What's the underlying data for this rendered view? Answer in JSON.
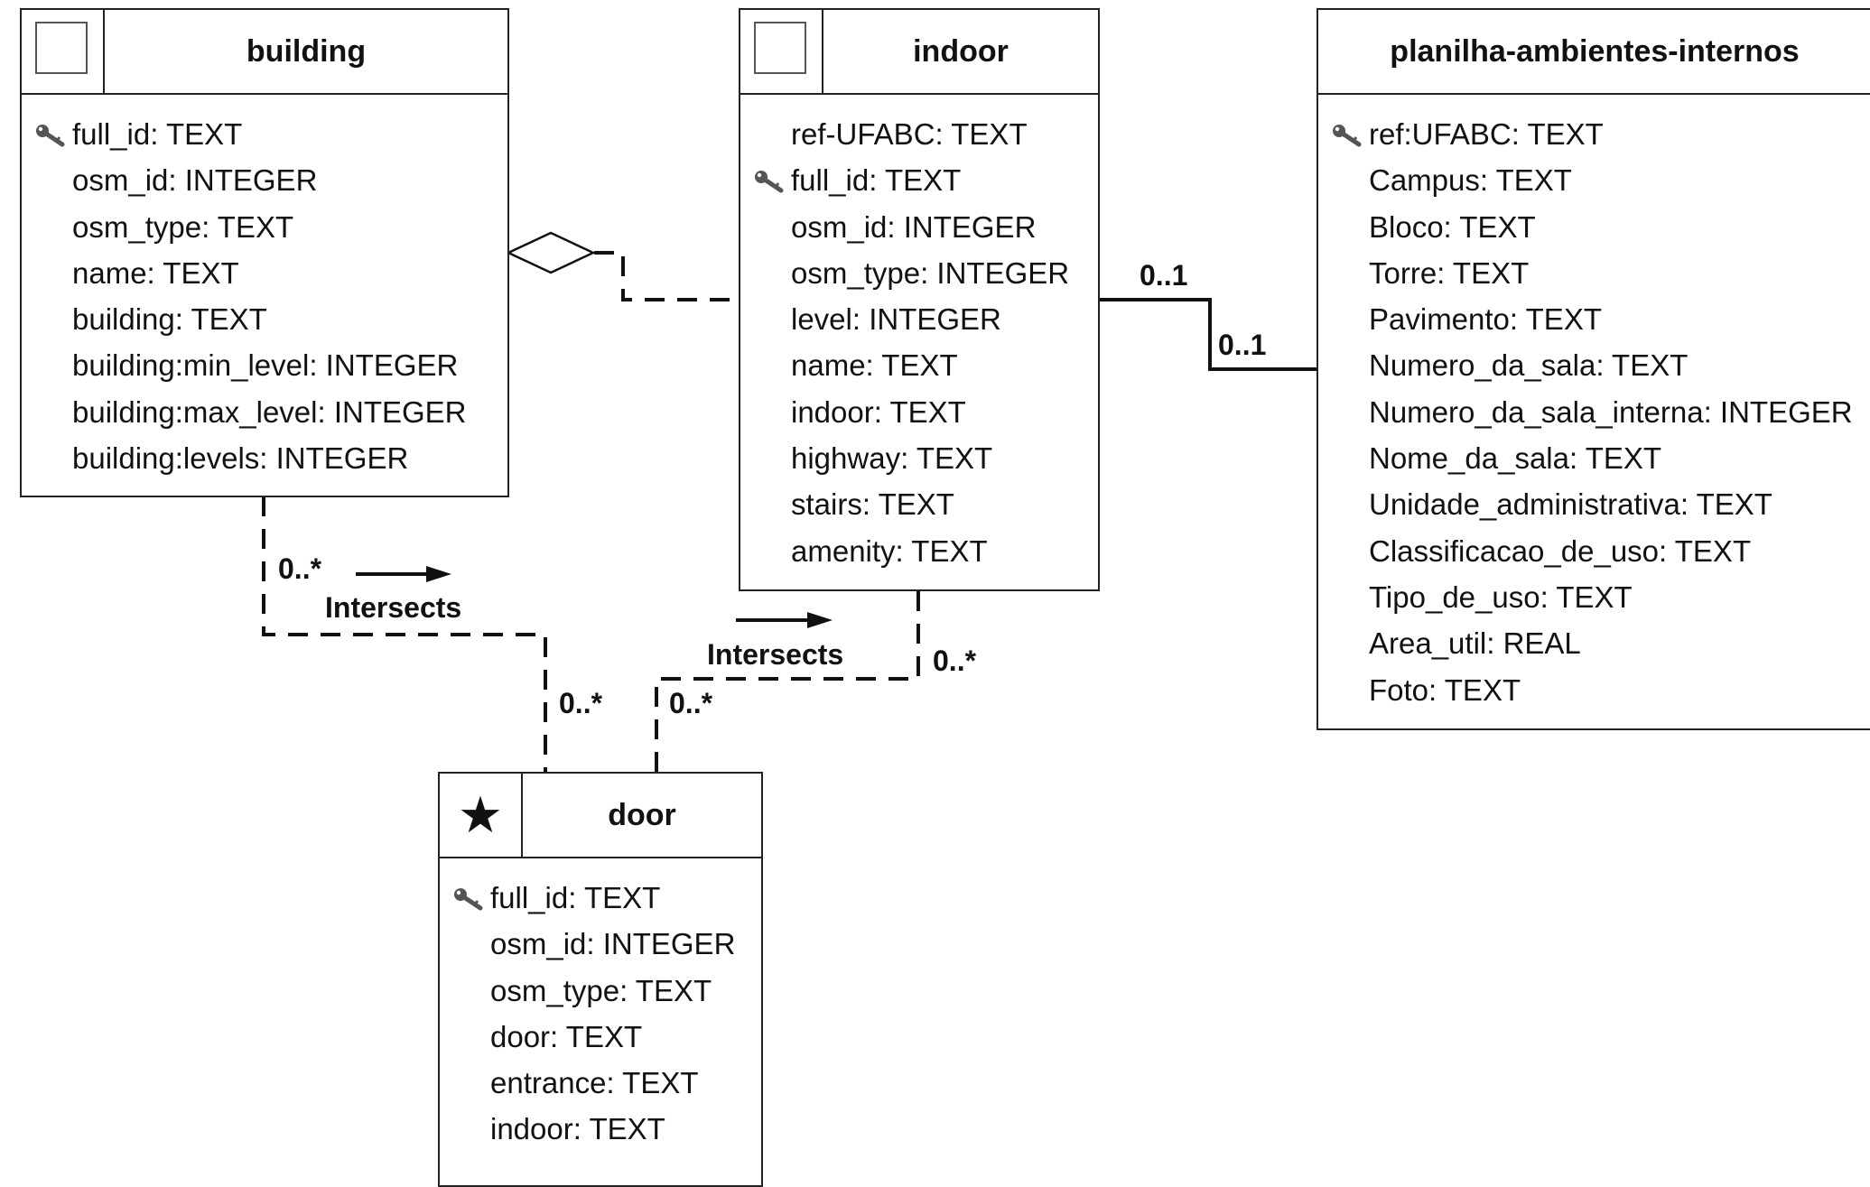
{
  "entities": {
    "building": {
      "title": "building",
      "icon": "square-icon",
      "attributes": [
        {
          "text": "full_id: TEXT",
          "key": true
        },
        {
          "text": "osm_id: INTEGER",
          "key": false
        },
        {
          "text": "osm_type: TEXT",
          "key": false
        },
        {
          "text": "name: TEXT",
          "key": false
        },
        {
          "text": "building: TEXT",
          "key": false
        },
        {
          "text": "building:min_level: INTEGER",
          "key": false
        },
        {
          "text": "building:max_level: INTEGER",
          "key": false
        },
        {
          "text": "building:levels: INTEGER",
          "key": false
        }
      ]
    },
    "indoor": {
      "title": "indoor",
      "icon": "square-icon",
      "attributes": [
        {
          "text": "ref-UFABC: TEXT",
          "key": false
        },
        {
          "text": "full_id: TEXT",
          "key": true
        },
        {
          "text": "osm_id: INTEGER",
          "key": false
        },
        {
          "text": "osm_type: INTEGER",
          "key": false
        },
        {
          "text": "level: INTEGER",
          "key": false
        },
        {
          "text": "name: TEXT",
          "key": false
        },
        {
          "text": "indoor: TEXT",
          "key": false
        },
        {
          "text": "highway: TEXT",
          "key": false
        },
        {
          "text": "stairs: TEXT",
          "key": false
        },
        {
          "text": "amenity: TEXT",
          "key": false
        }
      ]
    },
    "planilha": {
      "title": "planilha-ambientes-internos",
      "attributes": [
        {
          "text": "ref:UFABC: TEXT",
          "key": true
        },
        {
          "text": "Campus: TEXT",
          "key": false
        },
        {
          "text": "Bloco: TEXT",
          "key": false
        },
        {
          "text": "Torre: TEXT",
          "key": false
        },
        {
          "text": "Pavimento: TEXT",
          "key": false
        },
        {
          "text": "Numero_da_sala: TEXT",
          "key": false
        },
        {
          "text": "Numero_da_sala_interna: INTEGER",
          "key": false
        },
        {
          "text": "Nome_da_sala: TEXT",
          "key": false
        },
        {
          "text": "Unidade_administrativa: TEXT",
          "key": false
        },
        {
          "text": "Classificacao_de_uso: TEXT",
          "key": false
        },
        {
          "text": "Tipo_de_uso: TEXT",
          "key": false
        },
        {
          "text": "Area_util: REAL",
          "key": false
        },
        {
          "text": "Foto: TEXT",
          "key": false
        }
      ]
    },
    "door": {
      "title": "door",
      "icon": "star-icon",
      "attributes": [
        {
          "text": "full_id: TEXT",
          "key": true
        },
        {
          "text": "osm_id: INTEGER",
          "key": false
        },
        {
          "text": "osm_type: TEXT",
          "key": false
        },
        {
          "text": "door: TEXT",
          "key": false
        },
        {
          "text": "entrance: TEXT",
          "key": false
        },
        {
          "text": "indoor: TEXT",
          "key": false
        }
      ]
    }
  },
  "relations": {
    "building_door": {
      "label": "Intersects",
      "mult_building": "0..*",
      "mult_door": "0..*"
    },
    "indoor_door": {
      "label": "Intersects",
      "mult_indoor": "0..*",
      "mult_door": "0..*"
    },
    "indoor_planilha": {
      "mult_indoor": "0..1",
      "mult_planilha": "0..1"
    }
  }
}
